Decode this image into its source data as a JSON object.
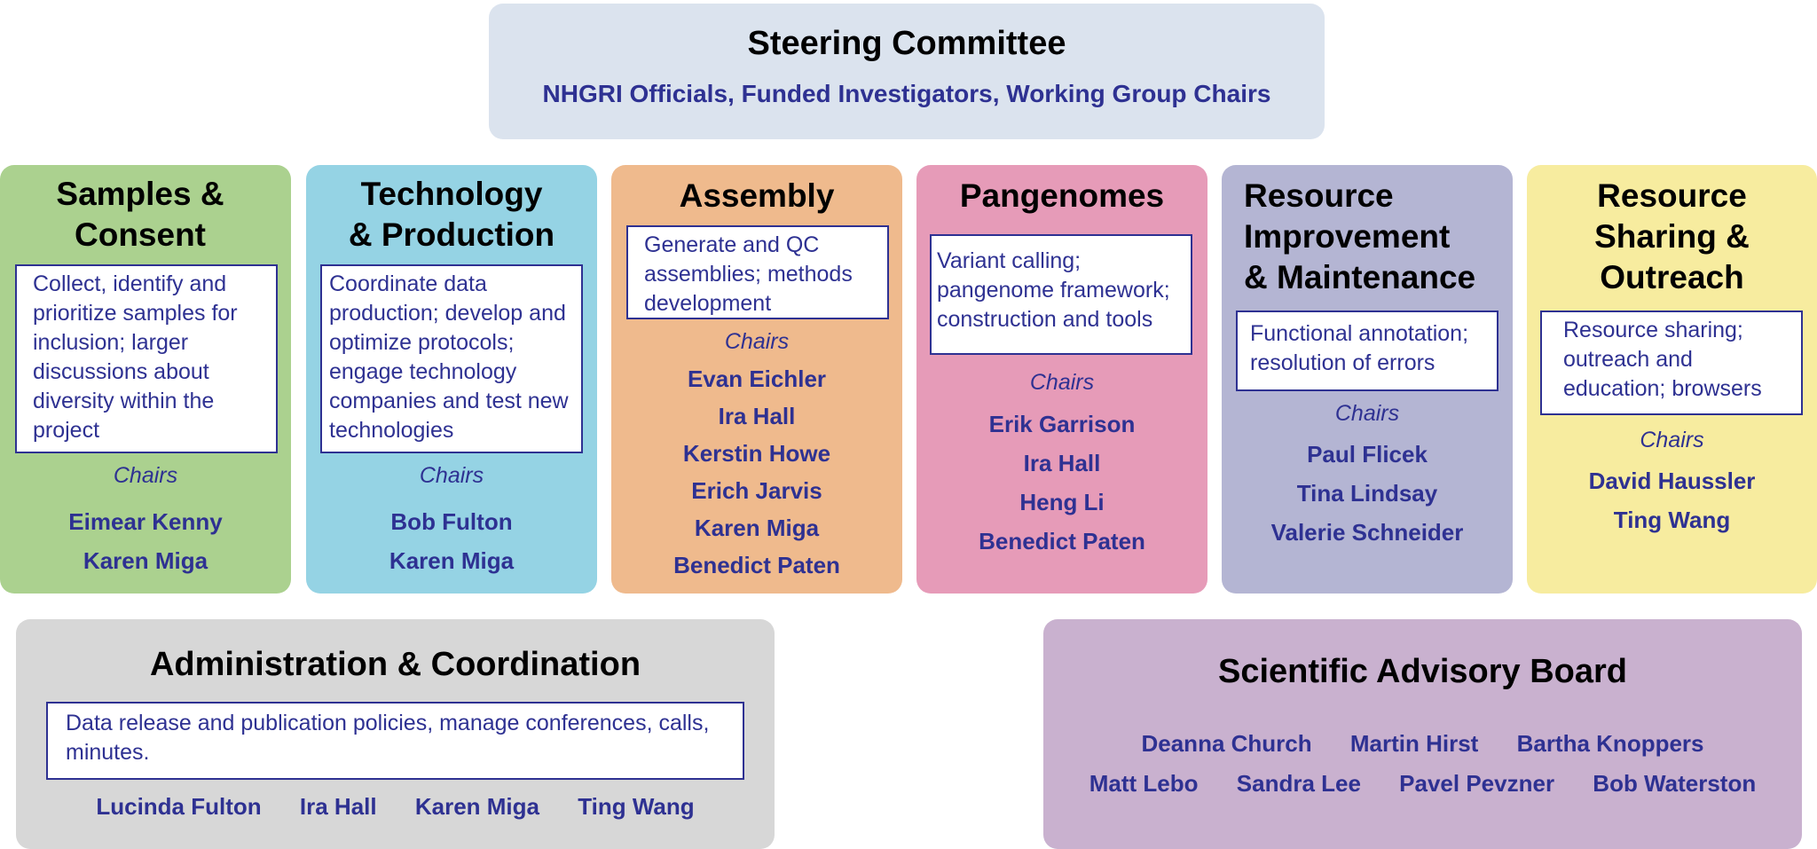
{
  "steering": {
    "title": "Steering Committee",
    "subtitle": "NHGRI Officials, Funded Investigators, Working Group Chairs"
  },
  "chairs_label": "Chairs",
  "working_groups": [
    {
      "title_lines": [
        "Samples &",
        "Consent"
      ],
      "description": "Collect, identify and prioritize samples for inclusion; larger discussions about diversity within the project",
      "chairs": [
        "Eimear Kenny",
        "Karen Miga"
      ]
    },
    {
      "title_lines": [
        "Technology",
        "& Production"
      ],
      "description": "Coordinate data production; develop and optimize protocols; engage technology companies and test new technologies",
      "chairs": [
        "Bob Fulton",
        "Karen Miga"
      ]
    },
    {
      "title_lines": [
        "Assembly"
      ],
      "description": "Generate and QC assemblies; methods development",
      "chairs": [
        "Evan Eichler",
        "Ira Hall",
        "Kerstin Howe",
        "Erich Jarvis",
        "Karen Miga",
        "Benedict Paten"
      ]
    },
    {
      "title_lines": [
        "Pangenomes"
      ],
      "description": "Variant calling; pangenome framework; construction and tools",
      "chairs": [
        "Erik Garrison",
        "Ira Hall",
        "Heng Li",
        "Benedict Paten"
      ]
    },
    {
      "title_lines": [
        "Resource",
        "Improvement",
        "& Maintenance"
      ],
      "description": "Functional annotation; resolution of errors",
      "chairs": [
        "Paul Flicek",
        "Tina Lindsay",
        "Valerie Schneider"
      ]
    },
    {
      "title_lines": [
        "Resource",
        "Sharing &",
        "Outreach"
      ],
      "description": "Resource sharing; outreach and education; browsers",
      "chairs": [
        "David Haussler",
        "Ting Wang"
      ]
    }
  ],
  "admin": {
    "title": "Administration & Coordination",
    "description": "Data release and publication policies, manage conferences, calls, minutes.",
    "members": [
      "Lucinda Fulton",
      "Ira Hall",
      "Karen Miga",
      "Ting Wang"
    ]
  },
  "sab": {
    "title": "Scientific Advisory Board",
    "members_row1": [
      "Deanna Church",
      "Martin Hirst",
      "Bartha Knoppers"
    ],
    "members_row2": [
      "Matt Lebo",
      "Sandra Lee",
      "Pavel Pevzner",
      "Bob Waterston"
    ]
  },
  "colors": {
    "navy_text": "#2e3192",
    "steering": "#dbe3ee",
    "samples": "#abd18f",
    "technology": "#95d3e4",
    "assembly": "#efba8d",
    "pangenomes": "#e69bb8",
    "resource_improvement": "#b4b5d3",
    "resource_sharing": "#f7ec9f",
    "admin": "#d7d7d7",
    "sab": "#c9b1cf"
  }
}
